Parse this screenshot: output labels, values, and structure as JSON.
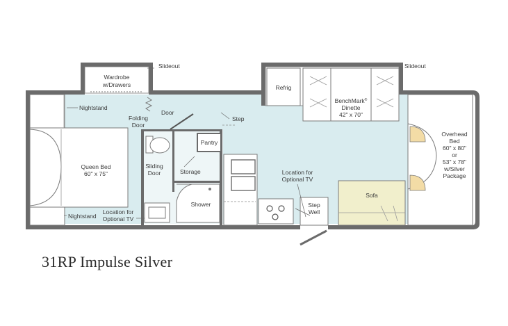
{
  "title": "31RP Impulse Silver",
  "colors": {
    "living_area": "#d9ecef",
    "sofa": "#f1efcc",
    "wall": "#6b6b6b",
    "seat_accent": "#f3dca6"
  },
  "labels": {
    "slideout_left": "Slideout",
    "slideout_right": "Slideout",
    "wardrobe": [
      "Wardrobe",
      "w/Drawers"
    ],
    "nightstand_top": "Nightstand",
    "nightstand_bottom": "Nightstand",
    "folding_door": [
      "Folding",
      "Door"
    ],
    "door": "Door",
    "queen_bed": [
      "Queen Bed",
      "60\" x 75\""
    ],
    "sliding_door": [
      "Sliding",
      "Door"
    ],
    "storage": "Storage",
    "pantry": "Pantry",
    "shower": "Shower",
    "location_tv_bath": [
      "Location for",
      "Optional TV"
    ],
    "step": "Step",
    "refrig": "Refrig",
    "dinette": [
      "BenchMark",
      "Dinette",
      "42\" x 70\""
    ],
    "trademark_mark": "®",
    "location_tv_main": [
      "Location for",
      "Optional TV"
    ],
    "step_well": [
      "Step",
      "Well"
    ],
    "sofa": "Sofa",
    "overhead_bed": [
      "Overhead",
      "Bed",
      "60\" x 80\"",
      "or",
      "53\" x 78\"",
      "w/Silver",
      "Package"
    ]
  }
}
